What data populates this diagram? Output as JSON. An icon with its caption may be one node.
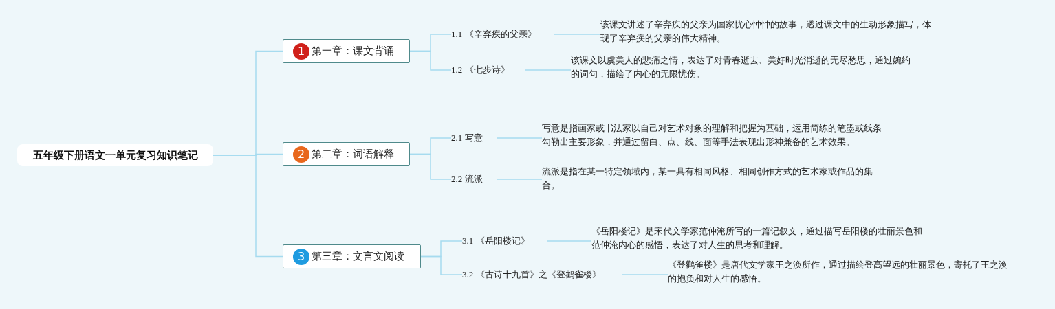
{
  "diagram": {
    "nodes": [
      {
        "text": [
          "五年级下册语文一单元复习知识笔记"
        ]
      },
      {
        "text": [
          "1",
          "第一章：课文背诵"
        ]
      },
      {
        "text": [
          "1.1 《辛弃疾的父亲》"
        ]
      },
      {
        "text": [
          "该课文讲述了辛弃疾的父亲为国家忧心忡忡的故事，透过课文中的生动形象描写，体现了辛弃疾的父亲的伟大精神。"
        ]
      },
      {
        "text": [
          "1.2 《七步诗》"
        ]
      },
      {
        "text": [
          "该课文以虞美人的悲痛之情，表达了对青春逝去、美好时光消逝的无尽愁思，通过婉约的词句，描绘了内心的无限忧伤。"
        ]
      },
      {
        "text": [
          "2",
          "第二章：词语解释"
        ]
      },
      {
        "text": [
          "2.1 写意"
        ]
      },
      {
        "text": [
          "写意是指画家或书法家以自己对艺术对象的理解和把握为基础，运用简练的笔墨或线条勾勒出主要形象，并通过留白、点、线、面等手法表现出形神兼备的艺术效果。"
        ]
      },
      {
        "text": [
          "2.2 流派"
        ]
      },
      {
        "text": [
          "流派是指在某一特定领域内，某一具有相同风格、相同创作方式的艺术家或作品的集合。"
        ]
      },
      {
        "text": [
          "3",
          "第三章：文言文阅读"
        ]
      },
      {
        "text": [
          "3.1 《岳阳楼记》"
        ]
      },
      {
        "text": [
          "《岳阳楼记》是宋代文学家范仲淹所写的一篇记叙文，通过描写岳阳楼的壮丽景色和范仲淹内心的感悟，表达了对人生的思考和理解。"
        ]
      },
      {
        "text": [
          "3.2 《古诗十九首》之《登鹳雀楼》"
        ]
      },
      {
        "text": [
          "《登鹳雀楼》是唐代文学家王之涣所作，通过描绘登高望远的壮丽景色，寄托了王之涣的抱负和对人生的感悟。"
        ]
      }
    ],
    "edges": [
      {
        "from": 0,
        "to": 1,
        "arrow": "none"
      },
      {
        "from": 0,
        "to": 6,
        "arrow": "none"
      },
      {
        "from": 0,
        "to": 11,
        "arrow": "none"
      },
      {
        "from": 1,
        "to": 2,
        "arrow": "none"
      },
      {
        "from": 1,
        "to": 4,
        "arrow": "none"
      },
      {
        "from": 2,
        "to": 3,
        "arrow": "none"
      },
      {
        "from": 4,
        "to": 5,
        "arrow": "none"
      },
      {
        "from": 6,
        "to": 7,
        "arrow": "none"
      },
      {
        "from": 6,
        "to": 9,
        "arrow": "none"
      },
      {
        "from": 7,
        "to": 8,
        "arrow": "none"
      },
      {
        "from": 9,
        "to": 10,
        "arrow": "none"
      },
      {
        "from": 11,
        "to": 12,
        "arrow": "none"
      },
      {
        "from": 11,
        "to": 14,
        "arrow": "none"
      },
      {
        "from": 12,
        "to": 13,
        "arrow": "none"
      },
      {
        "from": 14,
        "to": 15,
        "arrow": "none"
      }
    ]
  }
}
